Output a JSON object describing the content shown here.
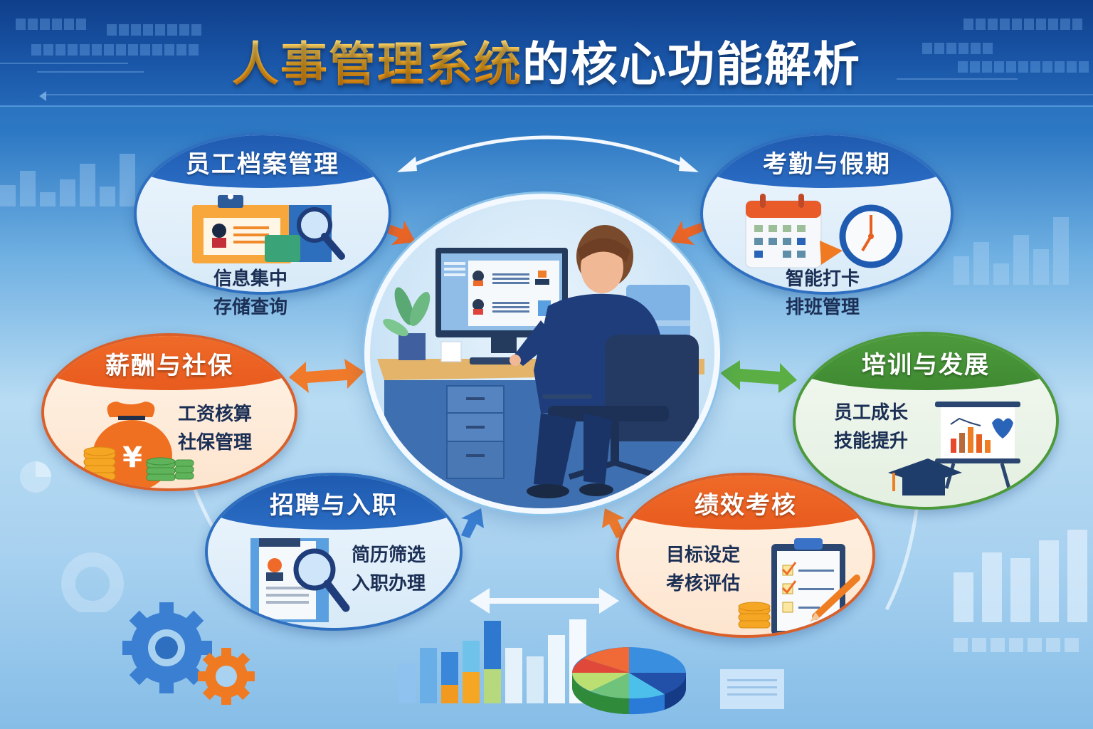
{
  "title": {
    "part_gold": "人事管理系统",
    "part_white": "的核心功能解析"
  },
  "center": {
    "label": "HR staff at computer workstation",
    "screen_rows": 2
  },
  "modules": {
    "profile": {
      "title": "员工档案管理",
      "desc_line1": "信息集中",
      "desc_line2": "存储查询",
      "color": "#1f5bb0",
      "icon": "id-card-folder-search-icon"
    },
    "attendance": {
      "title": "考勤与假期",
      "desc_line1": "智能打卡",
      "desc_line2": "排班管理",
      "color": "#1f5bb0",
      "icon": "calendar-clock-icon"
    },
    "salary": {
      "title": "薪酬与社保",
      "desc_line1": "工资核算",
      "desc_line2": "社保管理",
      "color": "#e8601f",
      "icon": "money-bag-coins-icon"
    },
    "training": {
      "title": "培训与发展",
      "desc_line1": "员工成长",
      "desc_line2": "技能提升",
      "color": "#4d9a3d",
      "icon": "presentation-graduation-icon"
    },
    "recruit": {
      "title": "招聘与入职",
      "desc_line1": "简历筛选",
      "desc_line2": "入职办理",
      "color": "#1f5bb0",
      "icon": "resume-search-icon"
    },
    "performance": {
      "title": "绩效考核",
      "desc_line1": "目标设定",
      "desc_line2": "考核评估",
      "color": "#e8601f",
      "icon": "checklist-clipboard-icon"
    }
  },
  "colors": {
    "header_blue": "#1a56a8",
    "accent_gold": "#ffb21c",
    "accent_orange": "#ef6a28",
    "accent_green": "#4d9a3d",
    "navy_text": "#1b2f55"
  }
}
